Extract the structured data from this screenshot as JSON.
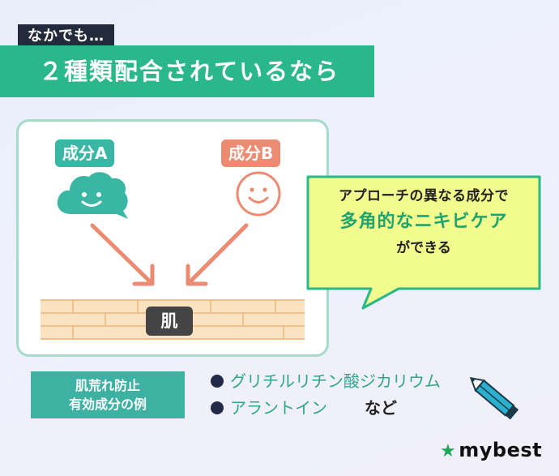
{
  "header": {
    "intro": "なかでも…",
    "title": "２種類配合されているなら"
  },
  "diagram": {
    "ingredient_a": "成分A",
    "ingredient_b": "成分B",
    "skin": "肌"
  },
  "bubble": {
    "line1": "アプローチの異なる成分で",
    "line2": "多角的なニキビケア",
    "line3": "ができる"
  },
  "examples": {
    "heading_line1": "肌荒れ防止",
    "heading_line2": "有効成分の例",
    "items": [
      "グリチルリチン酸ジカリウム",
      "アラントイン"
    ],
    "etc": "など"
  },
  "brand": {
    "name": "mybest"
  },
  "colors": {
    "green": "#2ab88a",
    "teal": "#3ab7a4",
    "salmon": "#ec8a72",
    "dark": "#222a3c",
    "bubble_fill": "#f2fb8d"
  }
}
